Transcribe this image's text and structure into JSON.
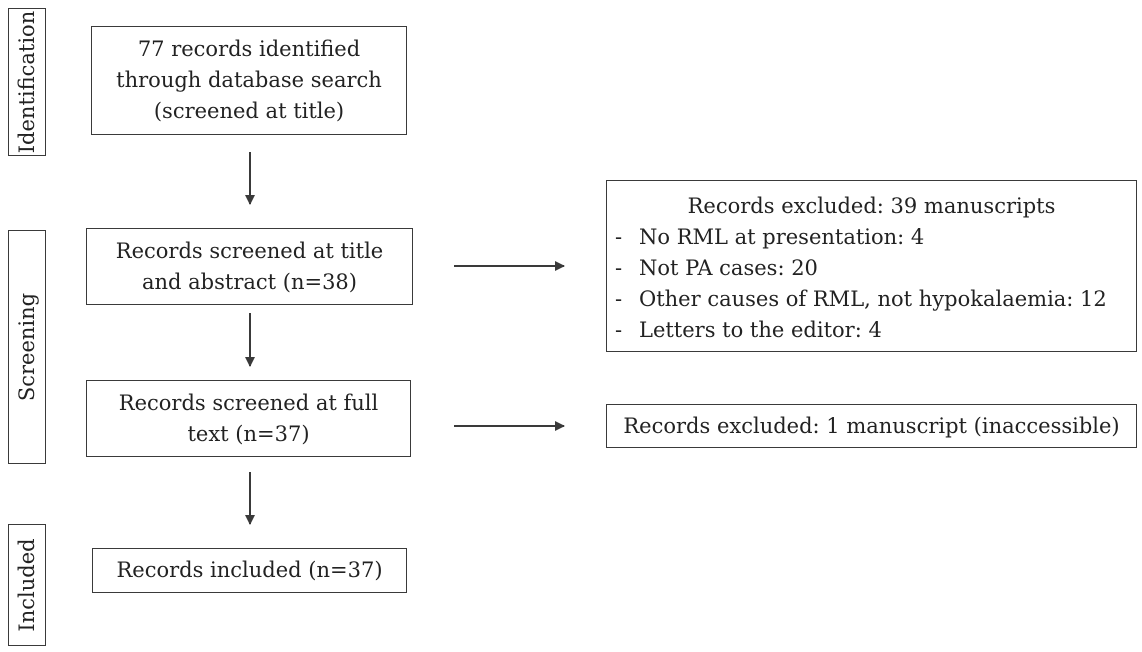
{
  "stages": {
    "identification": "Identification",
    "screening": "Screening",
    "included": "Included"
  },
  "flow": {
    "identified": "77 records identified through database search (screened at title)",
    "screened_title_abstract": "Records screened at title and abstract (n=38)",
    "screened_full_text": "Records screened at full text (n=37)",
    "included": "Records included (n=37)"
  },
  "exclusions": {
    "first": {
      "title": "Records excluded: 39 manuscripts",
      "items": [
        "No RML at presentation: 4",
        "Not PA cases: 20",
        "Other causes of RML, not hypokalaemia: 12",
        "Letters to the editor: 4"
      ]
    },
    "second": {
      "title": "Records excluded: 1 manuscript (inaccessible)"
    }
  }
}
